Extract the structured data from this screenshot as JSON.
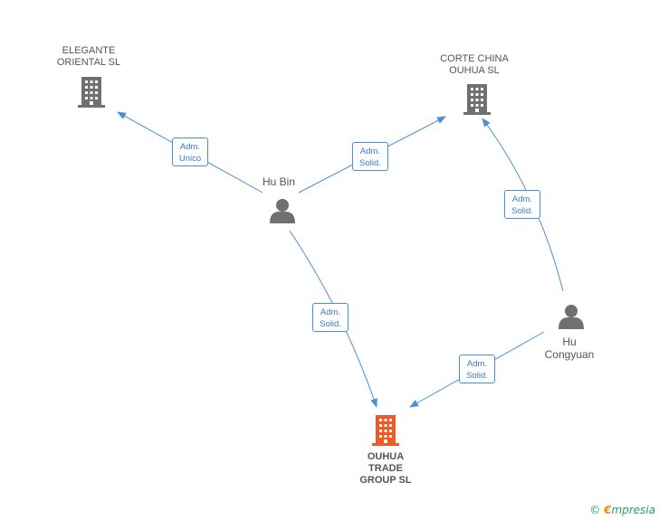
{
  "companies": {
    "elegante": {
      "label": "ELEGANTE\nORIENTAL SL",
      "icon": "building-icon",
      "color": "#707070"
    },
    "corte_china": {
      "label": "CORTE CHINA\nOUHUA SL",
      "icon": "building-icon",
      "color": "#707070"
    },
    "ouhua": {
      "label": "OUHUA\nTRADE\nGROUP SL",
      "icon": "building-icon",
      "color": "#f05a28"
    }
  },
  "persons": {
    "hu_bin": {
      "label": "Hu Bin",
      "icon": "person-icon",
      "color": "#707070"
    },
    "hu_congyuan": {
      "label": "Hu\nCongyuan",
      "icon": "person-icon",
      "color": "#707070"
    }
  },
  "edges": {
    "hubin_elegante": "Adm.\nUnico",
    "hubin_corte": "Adm.\nSolid.",
    "hubin_ouhua": "Adm.\nSolid.",
    "congyuan_corte": "Adm.\nSolid.",
    "congyuan_ouhua": "Adm.\nSolid."
  },
  "edge_color": "#4a8fd9",
  "footer": {
    "copyright": "©",
    "brand_e": "€",
    "brand_rest": "mpresia"
  }
}
